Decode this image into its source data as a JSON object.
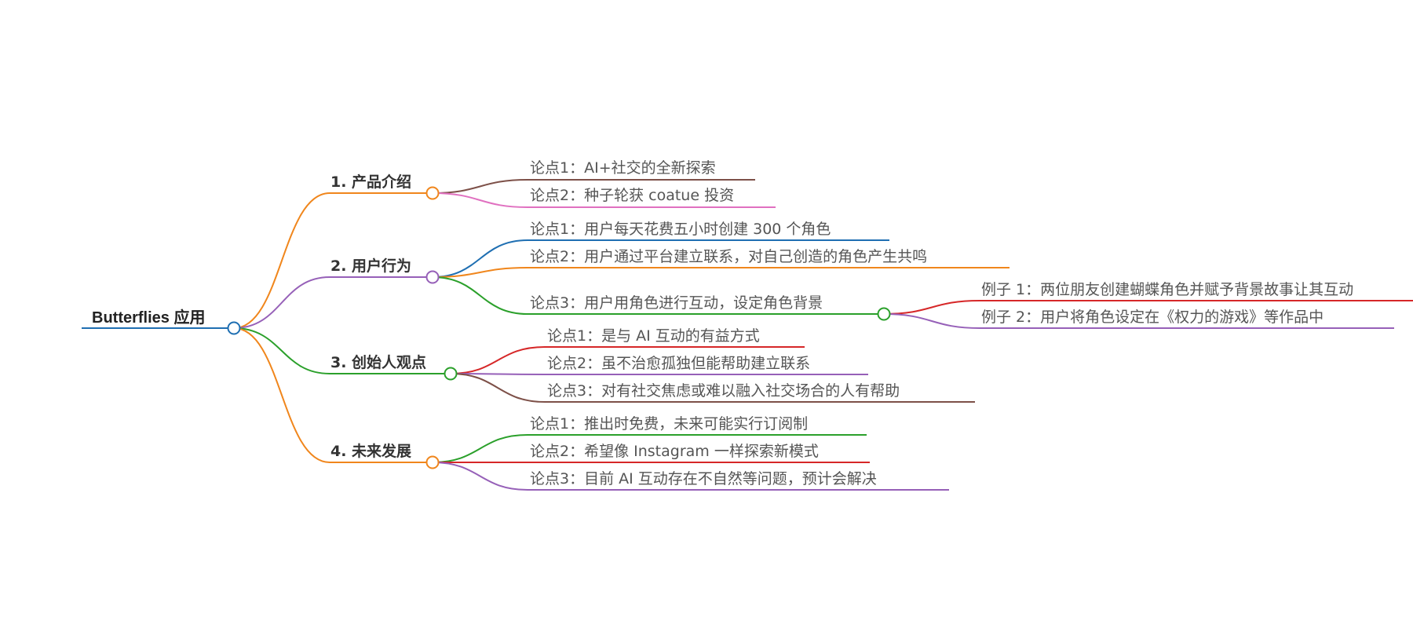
{
  "root": {
    "label": "Butterflies 应用",
    "color": "#1f6fb2"
  },
  "branches": [
    {
      "label": "1. 产品介绍",
      "color": "#f0861c",
      "children": [
        {
          "label": "论点1：AI+社交的全新探索",
          "color": "#7d5048"
        },
        {
          "label": "论点2：种子轮获 coatue 投资",
          "color": "#e070c0"
        }
      ]
    },
    {
      "label": "2. 用户行为",
      "color": "#9660b8",
      "children": [
        {
          "label": "论点1：用户每天花费五小时创建 300 个角色",
          "color": "#1f6fb2"
        },
        {
          "label": "论点2：用户通过平台建立联系，对自己创造的角色产生共鸣",
          "color": "#f0861c"
        },
        {
          "label": "论点3：用户用角色进行互动，设定角色背景",
          "color": "#2ba02b",
          "children": [
            {
              "label": "例子 1：两位朋友创建蝴蝶角色并赋予背景故事让其互动",
              "color": "#d62728"
            },
            {
              "label": "例子 2：用户将角色设定在《权力的游戏》等作品中",
              "color": "#9660b8"
            }
          ]
        }
      ]
    },
    {
      "label": "3. 创始人观点",
      "color": "#2ba02b",
      "children": [
        {
          "label": "论点1：是与 AI 互动的有益方式",
          "color": "#d62728"
        },
        {
          "label": "论点2：虽不治愈孤独但能帮助建立联系",
          "color": "#9660b8"
        },
        {
          "label": "论点3：对有社交焦虑或难以融入社交场合的人有帮助",
          "color": "#7d5048"
        }
      ]
    },
    {
      "label": "4. 未来发展",
      "color": "#f0861c",
      "children": [
        {
          "label": "论点1：推出时免费，未来可能实行订阅制",
          "color": "#2ba02b"
        },
        {
          "label": "论点2：希望像 Instagram 一样探索新模式",
          "color": "#d62728"
        },
        {
          "label": "论点3：目前 AI 互动存在不自然等问题，预计会解决",
          "color": "#9660b8"
        }
      ]
    }
  ]
}
